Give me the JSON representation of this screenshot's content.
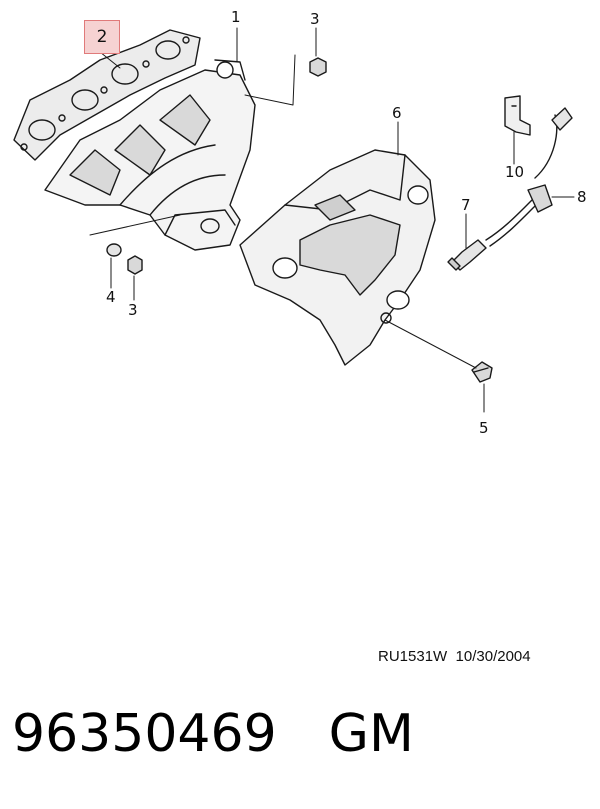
{
  "callouts": {
    "c1": "1",
    "c2": "2",
    "c3a": "3",
    "c3b": "3",
    "c4": "4",
    "c5": "5",
    "c6": "6",
    "c7": "7",
    "c8": "8",
    "c10": "10"
  },
  "footer": {
    "drawing_ref": "RU1531W",
    "date": "10/30/2004",
    "part_number": "96350469",
    "brand": "GM"
  },
  "colors": {
    "line": "#1a1a1a",
    "shade": "#d9d9d9",
    "highlight_fill": "#f6d2d2",
    "highlight_border": "#e07a7a"
  }
}
